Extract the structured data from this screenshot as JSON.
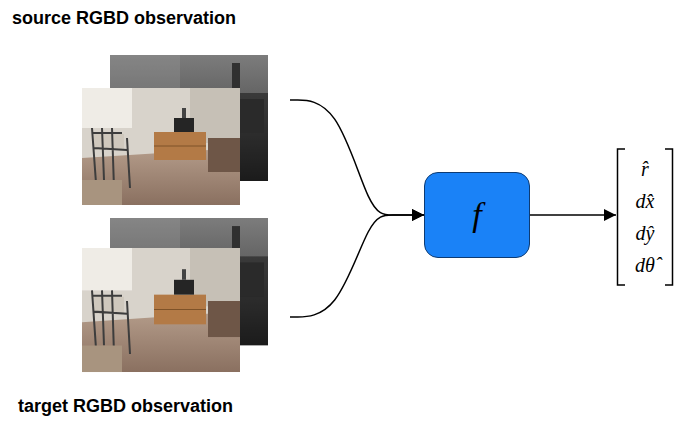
{
  "diagram": {
    "nodes": [
      {
        "text": [
          "source RGBD observation"
        ]
      },
      {
        "text": [
          "target RGBD observation"
        ]
      },
      {
        "text": [
          "f"
        ]
      },
      {
        "text": [
          "r̂ dx̂ dŷ dθ̂"
        ]
      }
    ],
    "edges": [
      {
        "from": 0,
        "to": 2,
        "arrow": "to"
      },
      {
        "from": 1,
        "to": 2,
        "arrow": "to"
      },
      {
        "from": 2,
        "to": 3,
        "arrow": "to"
      }
    ]
  }
}
